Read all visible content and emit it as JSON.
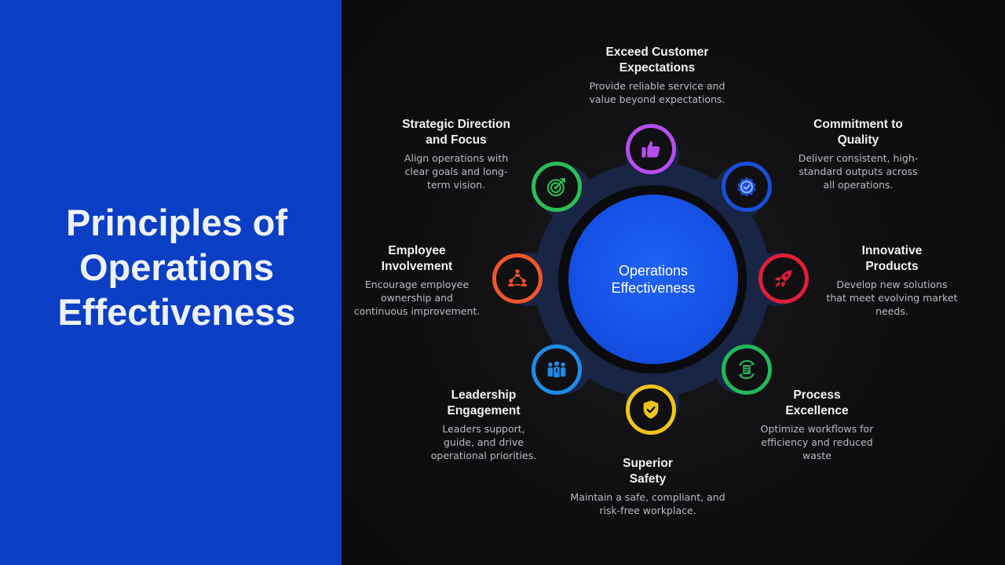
{
  "slide": {
    "title": "Principles of\nOperations\nEffectiveness",
    "hub_label": "Operations\nEffectiveness"
  },
  "colors": {
    "left_panel": "#0a3ec4",
    "background": "#0d0d0f",
    "hub": "#1652e6",
    "gear": "#182544"
  },
  "principles": [
    {
      "title": "Exceed Customer\nExpectations",
      "description": "Provide reliable service and value beyond expectations.",
      "icon": "thumbs-up-icon",
      "color": "#b84cf0"
    },
    {
      "title": "Commitment to\nQuality",
      "description": "Deliver consistent, high-standard outputs across all operations.",
      "icon": "quality-badge-icon",
      "color": "#1a4ed8"
    },
    {
      "title": "Innovative\nProducts",
      "description": "Develop new solutions that meet evolving market needs.",
      "icon": "rocket-icon",
      "color": "#e11d3a"
    },
    {
      "title": "Process\nExcellence",
      "description": "Optimize workflows for efficiency and reduced waste",
      "icon": "process-document-icon",
      "color": "#22b85a"
    },
    {
      "title": "Superior\nSafety",
      "description": "Maintain a safe, compliant, and risk-free workplace.",
      "icon": "safety-shield-icon",
      "color": "#f0c419"
    },
    {
      "title": "Leadership\nEngagement",
      "description": "Leaders support, guide, and drive operational priorities.",
      "icon": "team-icon",
      "color": "#1f8be8"
    },
    {
      "title": "Employee\nInvolvement",
      "description": "Encourage employee ownership and continuous improvement.",
      "icon": "people-network-icon",
      "color": "#f0562a"
    },
    {
      "title": "Strategic Direction\nand Focus",
      "description": "Align operations with clear goals and long-term vision.",
      "icon": "target-icon",
      "color": "#2bbd56"
    }
  ]
}
